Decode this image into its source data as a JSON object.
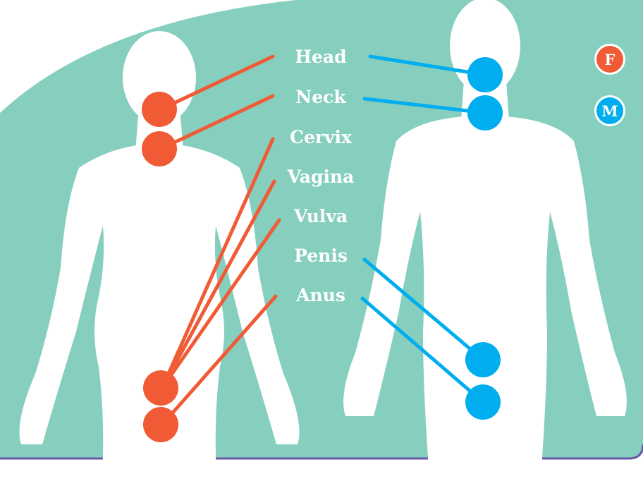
{
  "colors": {
    "background": "#ffffff",
    "panel": "#86cfbf",
    "panel_border": "#6a5aa5",
    "silhouette": "#ffffff",
    "female_accent": "#f05a35",
    "male_accent": "#00aeef"
  },
  "labels": {
    "head": "Head",
    "neck": "Neck",
    "cervix": "Cervix",
    "vagina": "Vagina",
    "vulva": "Vulva",
    "penis": "Penis",
    "anus": "Anus"
  },
  "legend": {
    "female": "F",
    "male": "M"
  }
}
